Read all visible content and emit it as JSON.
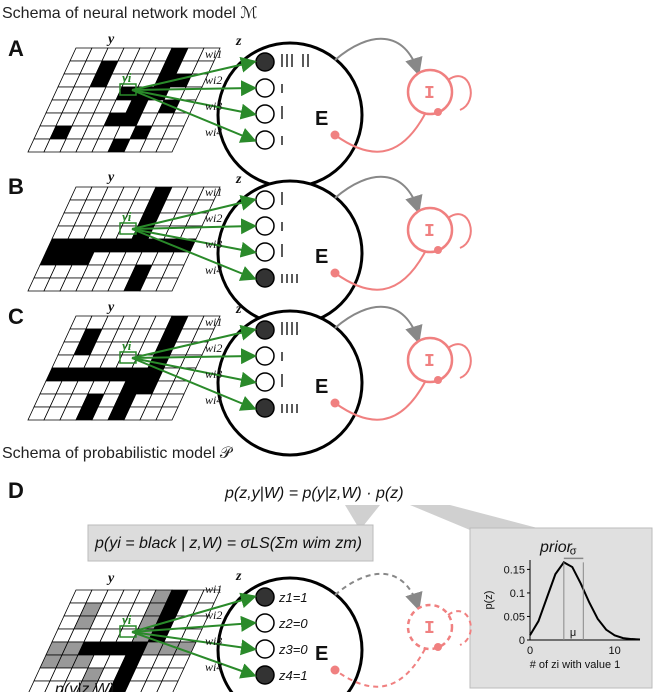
{
  "title_top": "Schema of neural network model ℳ",
  "title_bottom": "Schema of probabilistic model 𝒫",
  "panels": [
    {
      "label": "A",
      "spikes": [
        [
          3,
          2
        ],
        [
          1
        ],
        [
          1
        ],
        [
          1
        ]
      ]
    },
    {
      "label": "B",
      "spikes": [
        [
          1
        ],
        [
          1
        ],
        [
          1
        ],
        [
          4
        ]
      ]
    },
    {
      "label": "C",
      "spikes": [
        [
          4
        ],
        [
          1
        ],
        [
          1
        ],
        [
          4
        ]
      ]
    }
  ],
  "panel_d_label": "D",
  "y_label": "y",
  "z_label": "z",
  "yi_label": "yi",
  "weights": [
    "wi1",
    "wi2",
    "wi3",
    "wi4"
  ],
  "excitatory_label": "E",
  "inhibitory_label": "I",
  "equation_main": "p(z,y|W) =  p(y|z,W) · p(z)",
  "equation_likelihood": "p(yi = black | z,W) = σLS(Σm wim zm)",
  "d_z_values": [
    "z1=1",
    "z2=0",
    "z3=0",
    "z4=1"
  ],
  "d_grid_caption": "p(y|z,W)",
  "prior": {
    "title": "prior",
    "ylabel": "p(z)",
    "xlabel": "# of zi with value 1",
    "sigma_label": "σ",
    "mu_label": "μ"
  },
  "colors": {
    "green": "#2a8a2a",
    "pink": "#f08080",
    "gray": "#888888",
    "dark": "#333333"
  },
  "chart_data": {
    "type": "line",
    "title": "prior",
    "xlabel": "# of zi with value 1",
    "ylabel": "p(z)",
    "x_ticks": [
      "0",
      "10"
    ],
    "y_ticks": [
      "0",
      "0.05",
      "0.1",
      "0.15"
    ],
    "ylim": [
      0,
      0.17
    ],
    "xlim": [
      0,
      13
    ],
    "series": [
      {
        "x": [
          0,
          1,
          2,
          3,
          4,
          5,
          6,
          7,
          8,
          9,
          10,
          11,
          12,
          13
        ],
        "values": [
          0.01,
          0.04,
          0.09,
          0.14,
          0.165,
          0.155,
          0.12,
          0.08,
          0.045,
          0.022,
          0.01,
          0.004,
          0.002,
          0.001
        ]
      }
    ]
  }
}
